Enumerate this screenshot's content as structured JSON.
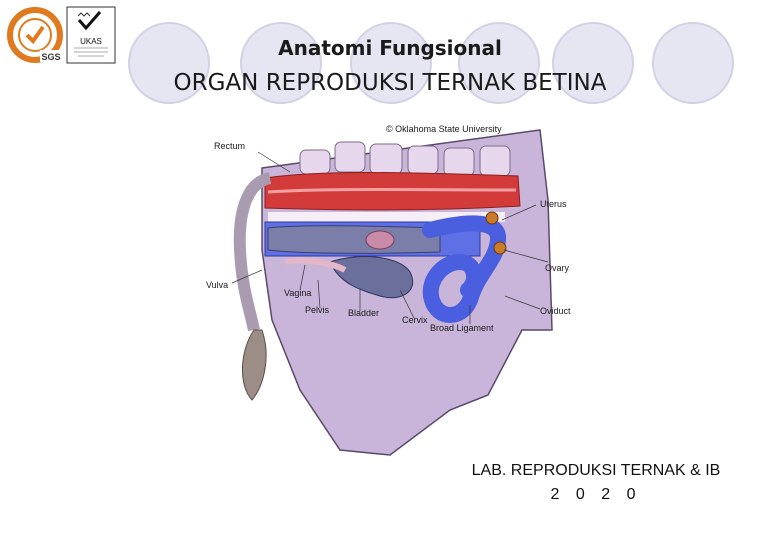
{
  "header": {
    "title": "Anatomi Fungsional",
    "subtitle": "ORGAN REPRODUKSI TERNAK BETINA"
  },
  "logos": {
    "sgs_text": "SGS",
    "ukas_text": "UKAS"
  },
  "diagram": {
    "copyright": "© Oklahoma State University",
    "labels": {
      "rectum": "Rectum",
      "uterus": "Uterus",
      "ovary": "Ovary",
      "vulva": "Vulva",
      "vagina": "Vagina",
      "pelvis": "Pelvis",
      "bladder": "Bladder",
      "cervix": "Cervix",
      "broad_ligament": "Broad Ligament",
      "oviduct": "Oviduct"
    }
  },
  "footer": {
    "lab": "LAB. REPRODUKSI TERNAK & IB",
    "year": "2 0 2 0"
  },
  "colors": {
    "circle": "#e6e6f2",
    "body": "#c9b5d9",
    "rectum": "#d33a3a",
    "uterus": "#4a5ee0",
    "bladder": "#6a6f9c"
  }
}
